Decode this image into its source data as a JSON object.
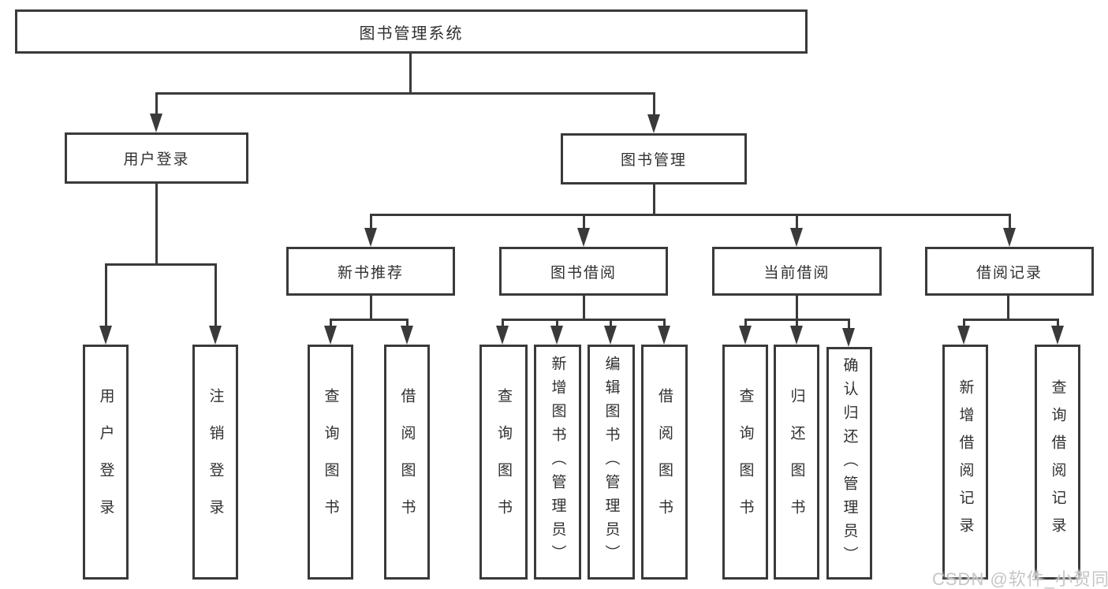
{
  "diagram": {
    "title": "图书管理系统",
    "branches": [
      {
        "label": "用户登录",
        "children": [
          "用户登录",
          "注销登录"
        ]
      },
      {
        "label": "图书管理",
        "sections": [
          {
            "label": "新书推荐",
            "children": [
              "查询图书",
              "借阅图书"
            ]
          },
          {
            "label": "图书借阅",
            "children": [
              "查询图书",
              "新增图书（管理员）",
              "编辑图书（管理员）",
              "借阅图书"
            ]
          },
          {
            "label": "当前借阅",
            "children": [
              "查询图书",
              "归还图书",
              "确认归还（管理员）"
            ]
          },
          {
            "label": "借阅记录",
            "children": [
              "新增借阅记录",
              "查询借阅记录"
            ]
          }
        ]
      }
    ]
  },
  "colors": {
    "line": "#3a3a3a",
    "text": "#303030",
    "background": "#ffffff",
    "watermark": "#c6c6c6"
  },
  "watermark": {
    "text": "CSDN @软件_小贺同学"
  }
}
